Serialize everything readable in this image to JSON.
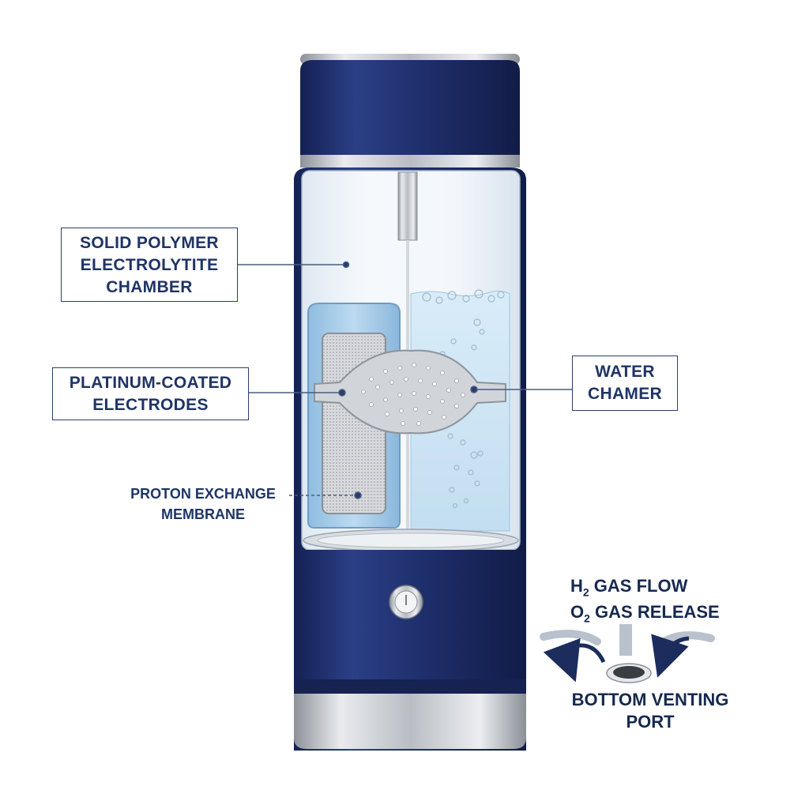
{
  "labels": {
    "electrolyte_chamber": [
      "SOLID POLYMER",
      "ELECTROLYTITE",
      "CHAMBER"
    ],
    "electrodes": [
      "PLATINUM-COATED",
      "ELECTRODES"
    ],
    "water_chamber": [
      "WATER",
      "CHAMER"
    ],
    "membrane": [
      "PROTON EXCHANGE",
      "MEMBRANE"
    ],
    "h2_gas": {
      "prefix": "H",
      "sub": "2",
      "suffix": " GAS FLOW"
    },
    "o2_gas": {
      "prefix": "O",
      "sub": "2",
      "suffix": " GAS RELEASE"
    },
    "vent_port": [
      "BOTTOM VENTING",
      "PORT"
    ]
  },
  "colors": {
    "body_navy": "#1f2f6b",
    "label_text": "#1f3466",
    "water": "#cfe6f5",
    "steel": "#c9ccd1"
  },
  "icons": [
    "power-button-icon",
    "curved-arrow-icon",
    "down-arrow-icon",
    "vent-hole-icon"
  ]
}
